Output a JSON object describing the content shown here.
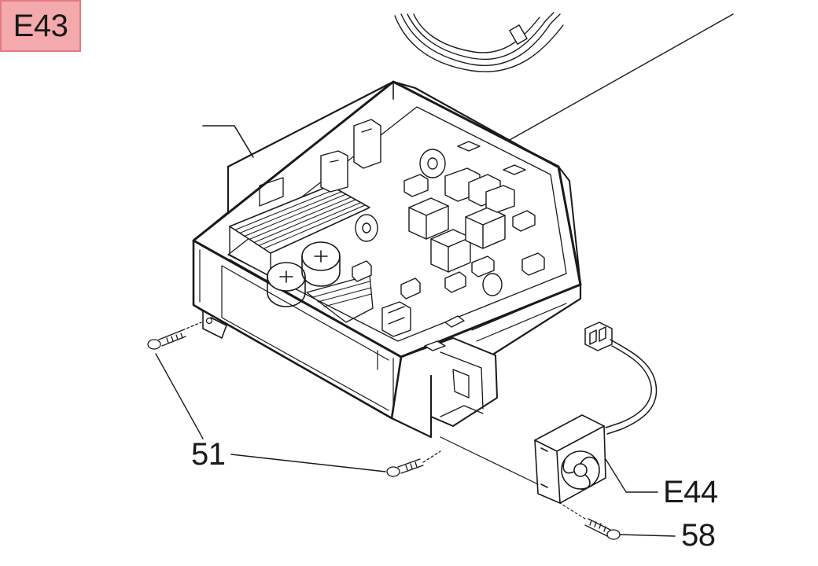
{
  "callouts": {
    "main_unit": "E43",
    "screws_left": "51",
    "fan": "E44",
    "fan_screw": "58"
  },
  "colors": {
    "highlight_fill": "#f4a9ac",
    "highlight_border": "#e27a80",
    "line": "#1a1a1a"
  }
}
